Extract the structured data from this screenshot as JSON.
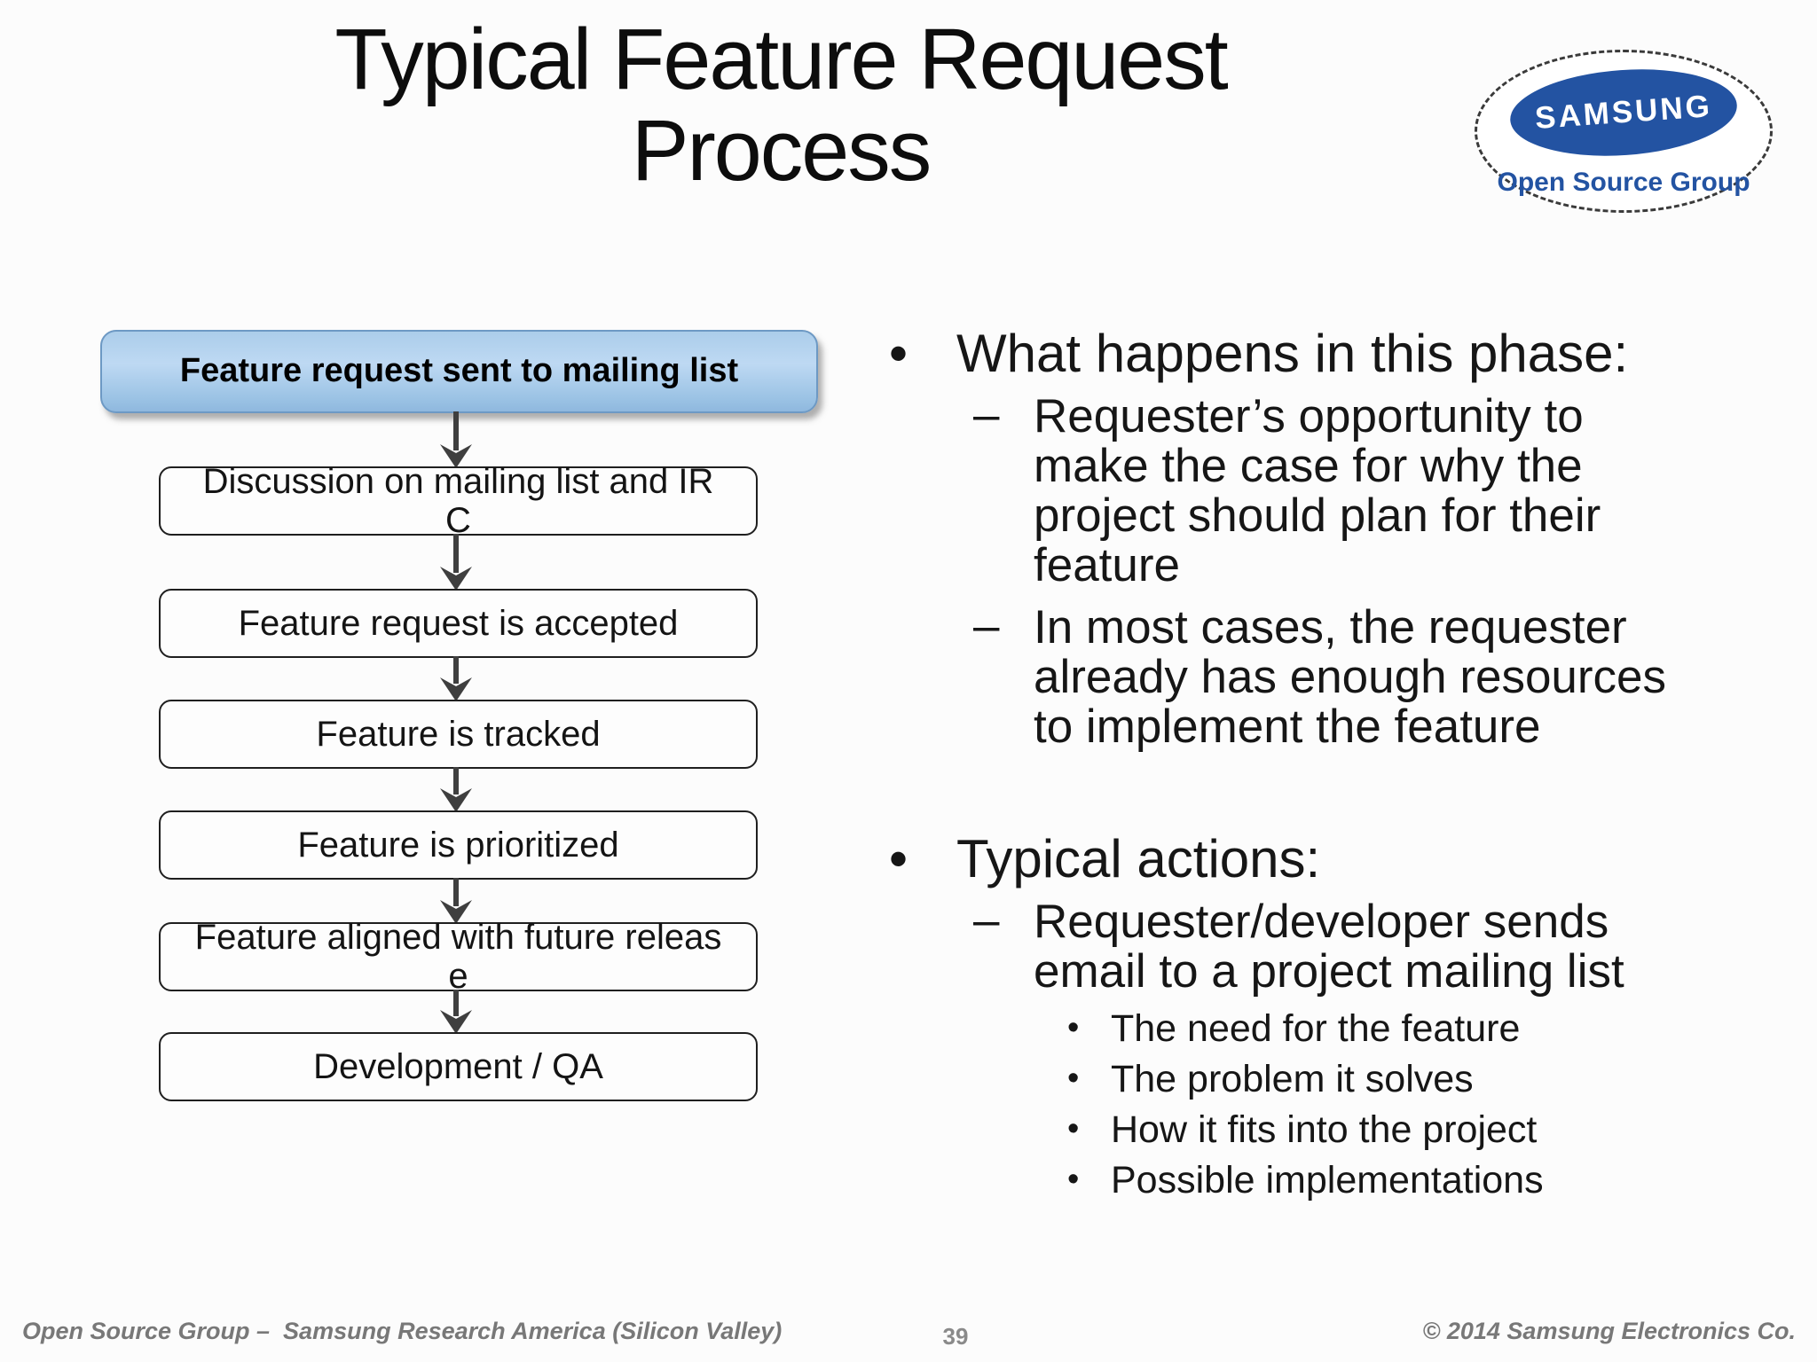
{
  "slide": {
    "title": "Typical Feature Request\nProcess"
  },
  "logo": {
    "brand": "SAMSUNG",
    "subtitle": "Open Source Group",
    "brand_blue": "#2353a2"
  },
  "bullets": {
    "level1": "•",
    "level2": "–",
    "level3": "•"
  },
  "flowchart": {
    "steps": [
      {
        "label": "Feature request sent to mailing list",
        "highlighted": true,
        "fill_top": "#bed9f3",
        "fill_bottom": "#8fb8de"
      },
      {
        "label": "Discussion on mailing list and IR\nC",
        "highlighted": false
      },
      {
        "label": "Feature request is accepted",
        "highlighted": false
      },
      {
        "label": "Feature is tracked",
        "highlighted": false
      },
      {
        "label": "Feature is prioritized",
        "highlighted": false
      },
      {
        "label": "Feature aligned with future releas\ne",
        "highlighted": false
      },
      {
        "label": "Development / QA",
        "highlighted": false
      }
    ],
    "arrow_color": "#3f3f3f"
  },
  "content": {
    "sections": [
      {
        "heading": "What happens in this phase:",
        "items": [
          "Requester’s opportunity to\nmake the case for why the\nproject should plan for their\nfeature",
          "In most cases, the requester\nalready has enough resources\nto implement the feature"
        ]
      },
      {
        "heading": "Typical actions:",
        "items": [
          "Requester/developer sends\nemail to a project mailing list"
        ],
        "subitems": [
          "The need for the feature",
          "The problem it solves",
          "How it fits into the project",
          "Possible implementations"
        ]
      }
    ]
  },
  "footer": {
    "left": "Open Source Group –  Samsung Research America (Silicon Valley)",
    "page": "39",
    "right": "© 2014 Samsung Electronics Co."
  }
}
